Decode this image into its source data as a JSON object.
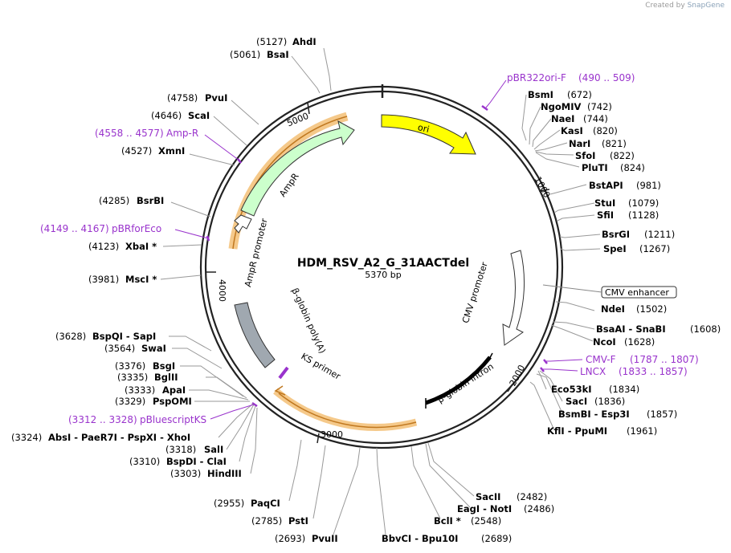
{
  "credit": {
    "prefix": "Created by",
    "brand": "SnapGene"
  },
  "plasmid": {
    "name": "HDM_RSV_A2_G_31AACTdel",
    "length_label": "5370 bp",
    "length": 5370
  },
  "ticks": [
    "1000",
    "2000",
    "3000",
    "4000",
    "5000"
  ],
  "features": [
    {
      "label": "ori",
      "color": "#ffff00"
    },
    {
      "label": "AmpR",
      "color": "#ccffcc"
    },
    {
      "label": "AmpR promoter",
      "color": "#ffffff"
    },
    {
      "label": "CMV promoter",
      "color": "#ffffff"
    },
    {
      "label": "CMV enhancer",
      "color": "#ffffff"
    },
    {
      "label": "β-globin intron",
      "color": "#000000"
    },
    {
      "label": "β-globin poly(A)",
      "color": "#a0a8b0"
    },
    {
      "label": "KS primer",
      "color": "#9933cc"
    }
  ],
  "sites": [
    {
      "name": "AhdI",
      "pos": "(5127)"
    },
    {
      "name": "BsaI",
      "pos": "(5061)"
    },
    {
      "name": "PvuI",
      "pos": "(4758)"
    },
    {
      "name": "ScaI",
      "pos": "(4646)"
    },
    {
      "name": "XmnI",
      "pos": "(4527)"
    },
    {
      "name": "BsrBI",
      "pos": "(4285)"
    },
    {
      "name": "XbaI *",
      "pos": "(4123)"
    },
    {
      "name": "MscI *",
      "pos": "(3981)"
    },
    {
      "name": "BspQI - SapI",
      "pos": "(3628)"
    },
    {
      "name": "SwaI",
      "pos": "(3564)"
    },
    {
      "name": "BsgI",
      "pos": "(3376)"
    },
    {
      "name": "BglII",
      "pos": "(3335)"
    },
    {
      "name": "ApaI",
      "pos": "(3333)"
    },
    {
      "name": "PspOMI",
      "pos": "(3329)"
    },
    {
      "name": "AbsI - PaeR7I - PspXI - XhoI",
      "pos": "(3324)"
    },
    {
      "name": "SalI",
      "pos": "(3318)"
    },
    {
      "name": "BspDI - ClaI",
      "pos": "(3310)"
    },
    {
      "name": "HindIII",
      "pos": "(3303)"
    },
    {
      "name": "PaqCI",
      "pos": "(2955)"
    },
    {
      "name": "PstI",
      "pos": "(2785)"
    },
    {
      "name": "PvuII",
      "pos": "(2693)"
    },
    {
      "name": "BbvCI - Bpu10I",
      "pos": "(2689)"
    },
    {
      "name": "BclI *",
      "pos": "(2548)"
    },
    {
      "name": "EagI - NotI",
      "pos": "(2486)"
    },
    {
      "name": "SacII",
      "pos": "(2482)"
    },
    {
      "name": "KflI - PpuMI",
      "pos": "(1961)"
    },
    {
      "name": "BsmBI - Esp3I",
      "pos": "(1857)"
    },
    {
      "name": "SacI",
      "pos": "(1836)"
    },
    {
      "name": "Eco53kI",
      "pos": "(1834)"
    },
    {
      "name": "NcoI",
      "pos": "(1628)"
    },
    {
      "name": "BsaAI - SnaBI",
      "pos": "(1608)"
    },
    {
      "name": "NdeI",
      "pos": "(1502)"
    },
    {
      "name": "SpeI",
      "pos": "(1267)"
    },
    {
      "name": "BsrGI",
      "pos": "(1211)"
    },
    {
      "name": "SfiI",
      "pos": "(1128)"
    },
    {
      "name": "StuI",
      "pos": "(1079)"
    },
    {
      "name": "BstAPI",
      "pos": "(981)"
    },
    {
      "name": "PluTI",
      "pos": "(824)"
    },
    {
      "name": "SfoI",
      "pos": "(822)"
    },
    {
      "name": "NarI",
      "pos": "(821)"
    },
    {
      "name": "KasI",
      "pos": "(820)"
    },
    {
      "name": "NaeI",
      "pos": "(744)"
    },
    {
      "name": "NgoMIV",
      "pos": "(742)"
    },
    {
      "name": "BsmI",
      "pos": "(672)"
    }
  ],
  "primers": [
    {
      "name": "pBR322ori-F",
      "range": "(490 .. 509)"
    },
    {
      "name": "Amp-R",
      "range": "(4558 .. 4577)"
    },
    {
      "name": "pBRforEco",
      "range": "(4149 .. 4167)"
    },
    {
      "name": "pBluescriptKS",
      "range": "(3312 .. 3328)"
    },
    {
      "name": "CMV-F",
      "range": "(1787 .. 1807)"
    },
    {
      "name": "LNCX",
      "range": "(1833 .. 1857)"
    }
  ],
  "colors": {
    "site_name": "#000000",
    "primer": "#9933cc",
    "orf_highlight": "#f0b060"
  }
}
